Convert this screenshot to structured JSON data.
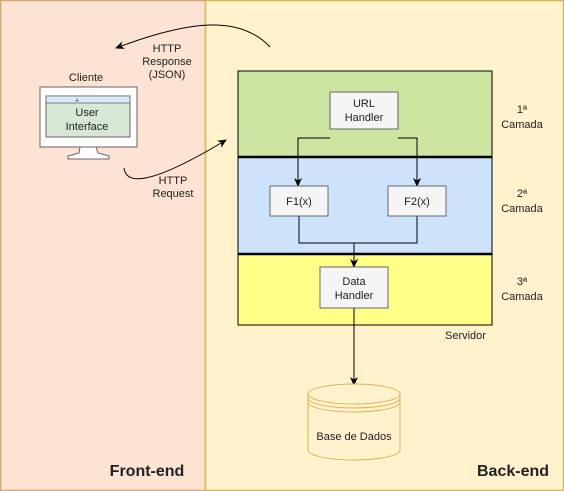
{
  "regions": {
    "front_end": {
      "label": "Front-end",
      "fill": "#fde3d3",
      "stroke": "#d6a56c"
    },
    "back_end": {
      "label": "Back-end",
      "fill": "#fff2cc",
      "stroke": "#d6b656"
    }
  },
  "client": {
    "label": "Cliente",
    "screen_text": [
      "User",
      "Interface"
    ],
    "icon": "monitor-icon"
  },
  "arrows": {
    "response": [
      "HTTP",
      "Response",
      "(JSON)"
    ],
    "request": [
      "HTTP",
      "Request"
    ]
  },
  "layers": [
    {
      "label": [
        "1ª",
        "Camada"
      ],
      "fill": "#cce5a0"
    },
    {
      "label": [
        "2ª",
        "Camada"
      ],
      "fill": "#cde3fb"
    },
    {
      "label": [
        "3ª",
        "Camada"
      ],
      "fill": "#ffff88"
    }
  ],
  "nodes": {
    "url_handler": [
      "URL",
      "Handler"
    ],
    "f1": "F1(x)",
    "f2": "F2(x)",
    "data_handler": [
      "Data",
      "Handler"
    ]
  },
  "server_label": "Servidor",
  "database": {
    "label": "Base de Dados",
    "icon": "database-icon"
  }
}
